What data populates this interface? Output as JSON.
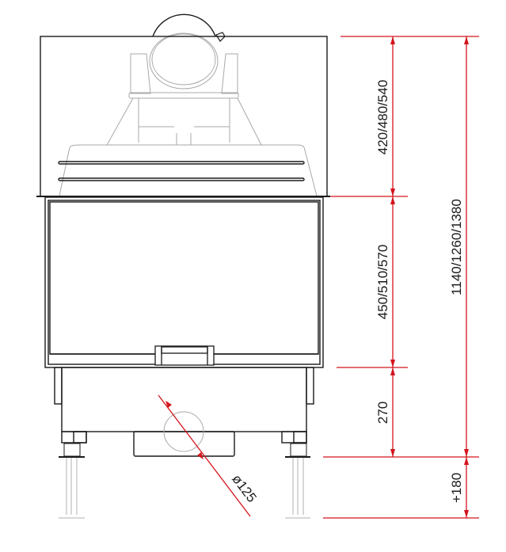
{
  "drawing": {
    "dimensions": {
      "top_height": "420/480/540",
      "door_height": "450/510/570",
      "base_height": "270",
      "total_height": "1140/1260/1380",
      "leg_extension": "+180",
      "flue_diameter": "ø125"
    },
    "colors": {
      "dimension": "#d4141c",
      "outline": "#1a1a1a",
      "hidden": "#a8a8a8"
    }
  }
}
